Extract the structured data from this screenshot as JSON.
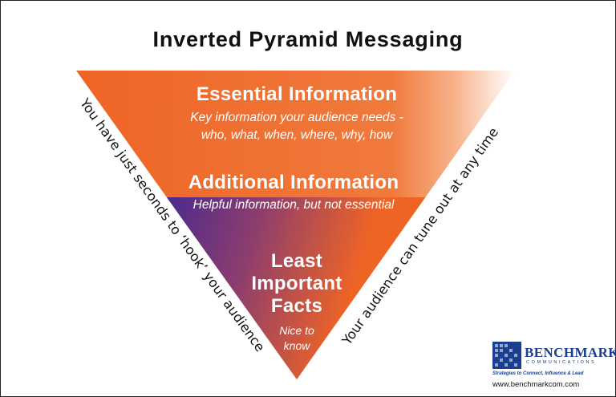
{
  "title": "Inverted Pyramid Messaging",
  "tiers": {
    "essential": {
      "heading": "Essential Information",
      "line1": "Key information your audience needs -",
      "line2": "who, what, when, where, why, how"
    },
    "additional": {
      "heading": "Additional Information",
      "subtitle": "Helpful information, but not essential"
    },
    "least": {
      "line1": "Least",
      "line2": "Important",
      "line3": "Facts",
      "note1": "Nice to",
      "note2": "know"
    }
  },
  "left_side_text": "You have just seconds to ‘hook’ your audience",
  "right_side_text": "Your audience can tune out at any time",
  "logo": {
    "brand": "BENCHMARK",
    "sub": "COMMUNICATIONS",
    "tagline": "Strategies to Connect, Influence & Lead",
    "website": "www.benchmarkcom.com"
  },
  "colors": {
    "orange": "#ee6425",
    "purple": "#5b2a86",
    "brand_blue": "#1b3f8f"
  }
}
